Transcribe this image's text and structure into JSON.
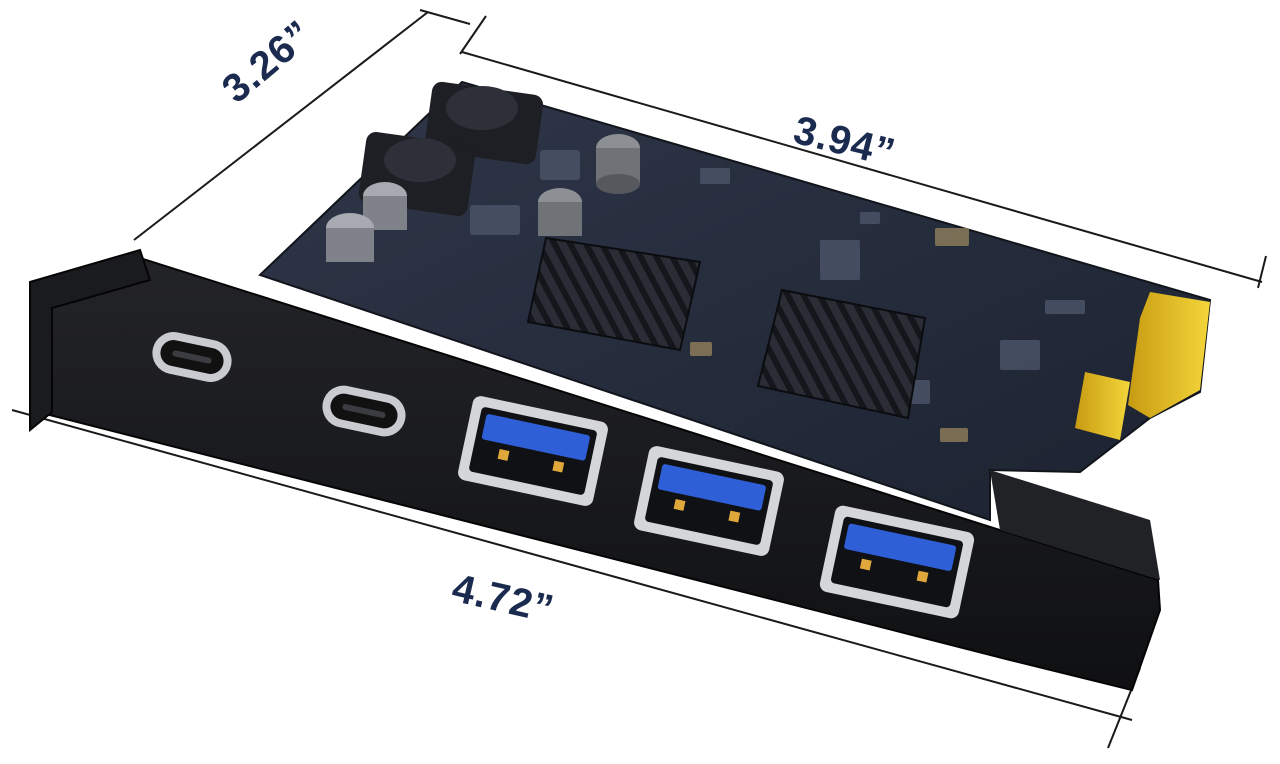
{
  "dimensions": {
    "height": "3.26”",
    "width": "3.94”",
    "length": "4.72”"
  },
  "product": {
    "ports": [
      {
        "type": "usb-c"
      },
      {
        "type": "usb-c"
      },
      {
        "type": "usb-a"
      },
      {
        "type": "usb-a"
      },
      {
        "type": "usb-a"
      }
    ]
  },
  "colors": {
    "pcb": "#262d3c",
    "bracket": "#17181b",
    "usb_a_tongue": "#2f5fd6",
    "gold_contacts": "#e8c22a",
    "dimension_text": "#1b2b4f"
  }
}
